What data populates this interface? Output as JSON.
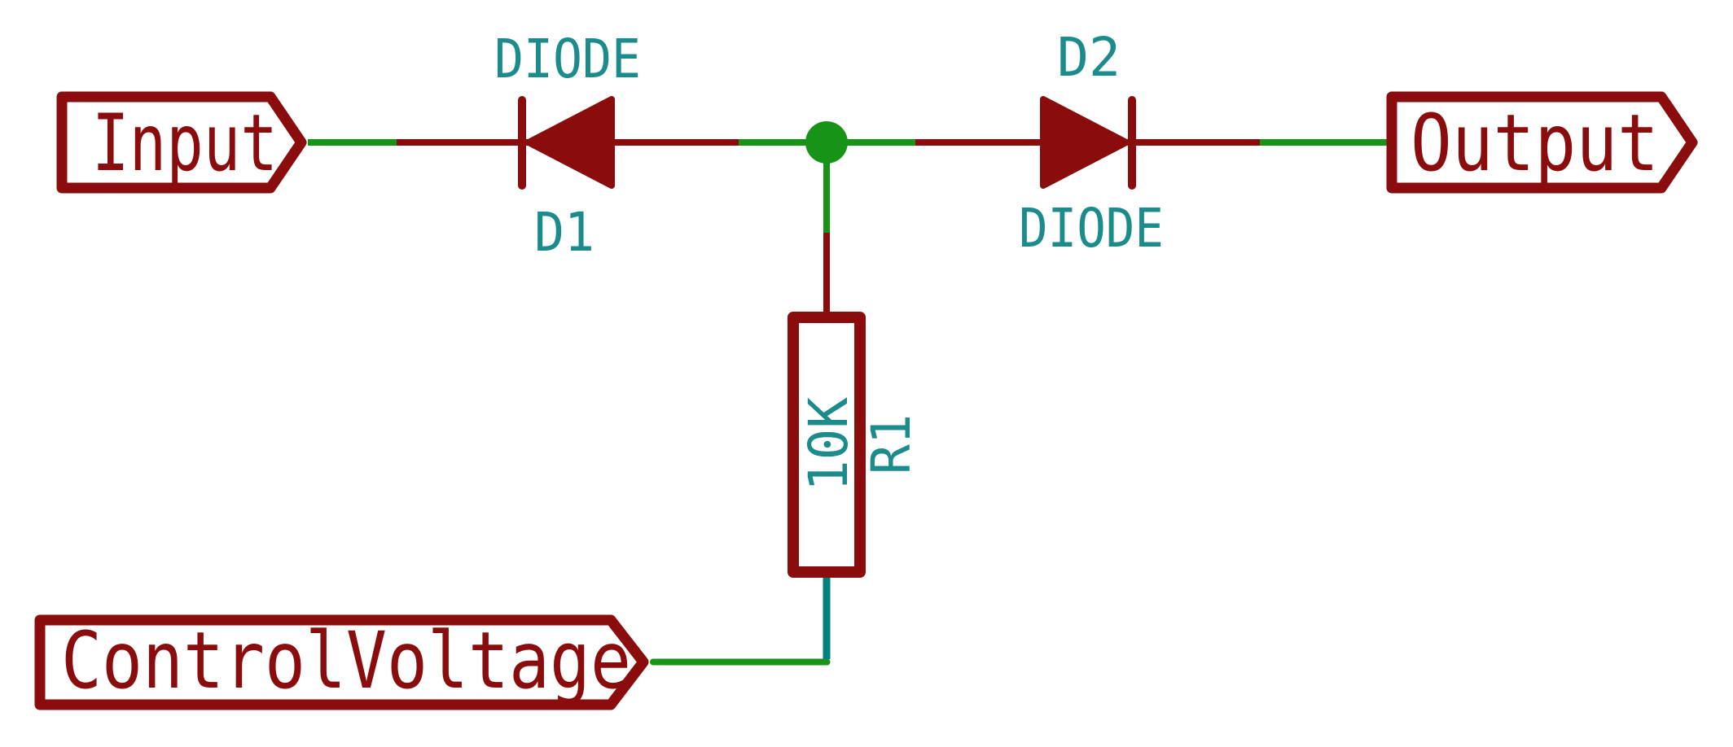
{
  "colors": {
    "background": "#FFFFFF",
    "component_outline": "#8A0C0C",
    "wire_net_green": "#179417",
    "wire_vertical_teal": "#008080",
    "field_text_teal": "#1B8B8B",
    "junction_dot": "#179417"
  },
  "net_labels": {
    "input": {
      "text": "Input"
    },
    "output": {
      "text": "Output"
    },
    "control_voltage": {
      "text": "ControlVoltage"
    }
  },
  "components": {
    "d1": {
      "reference": "D1",
      "value": "DIODE"
    },
    "d2": {
      "reference": "D2",
      "value": "DIODE"
    },
    "r1": {
      "reference": "R1",
      "value": "10K"
    }
  }
}
